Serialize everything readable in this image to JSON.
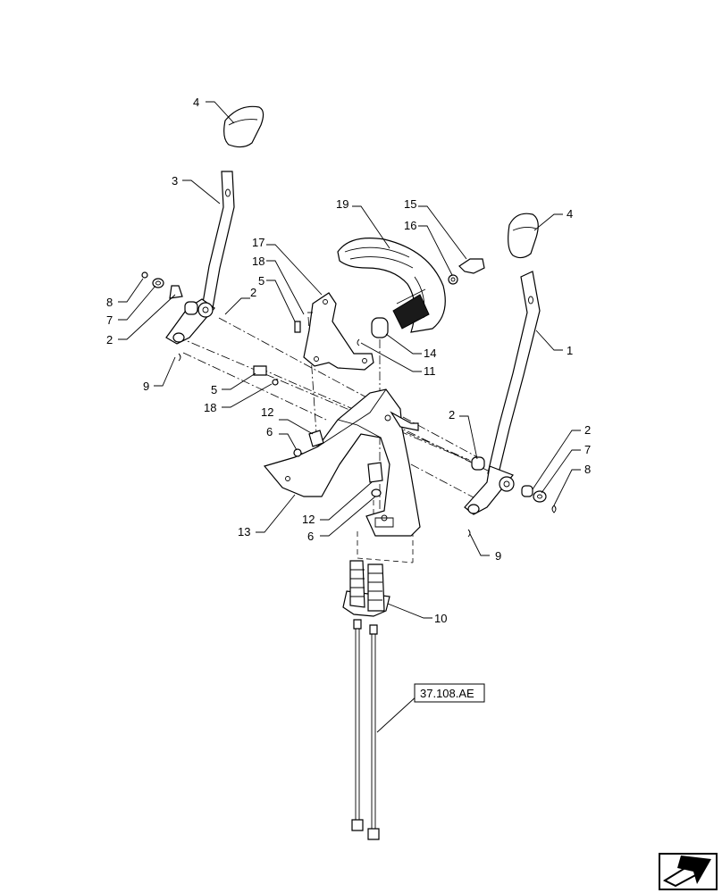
{
  "callouts": [
    {
      "id": "c4a",
      "label": "4"
    },
    {
      "id": "c3",
      "label": "3"
    },
    {
      "id": "c8a",
      "label": "8"
    },
    {
      "id": "c7a",
      "label": "7"
    },
    {
      "id": "c2a",
      "label": "2"
    },
    {
      "id": "c2b",
      "label": "2"
    },
    {
      "id": "c9a",
      "label": "9"
    },
    {
      "id": "c5a",
      "label": "5"
    },
    {
      "id": "c18a",
      "label": "18"
    },
    {
      "id": "c17",
      "label": "17"
    },
    {
      "id": "c18b",
      "label": "18"
    },
    {
      "id": "c5b",
      "label": "5"
    },
    {
      "id": "c19",
      "label": "19"
    },
    {
      "id": "c15",
      "label": "15"
    },
    {
      "id": "c16",
      "label": "16"
    },
    {
      "id": "c4b",
      "label": "4"
    },
    {
      "id": "c1",
      "label": "1"
    },
    {
      "id": "c14",
      "label": "14"
    },
    {
      "id": "c11",
      "label": "11"
    },
    {
      "id": "c12a",
      "label": "12"
    },
    {
      "id": "c6a",
      "label": "6"
    },
    {
      "id": "c2c",
      "label": "2"
    },
    {
      "id": "c2d",
      "label": "2"
    },
    {
      "id": "c7b",
      "label": "7"
    },
    {
      "id": "c8b",
      "label": "8"
    },
    {
      "id": "c9b",
      "label": "9"
    },
    {
      "id": "c13",
      "label": "13"
    },
    {
      "id": "c12b",
      "label": "12"
    },
    {
      "id": "c6b",
      "label": "6"
    },
    {
      "id": "c10",
      "label": "10"
    }
  ],
  "reference": {
    "label": "37.108.AE"
  },
  "nav_icon": "next-page-arrow-icon"
}
